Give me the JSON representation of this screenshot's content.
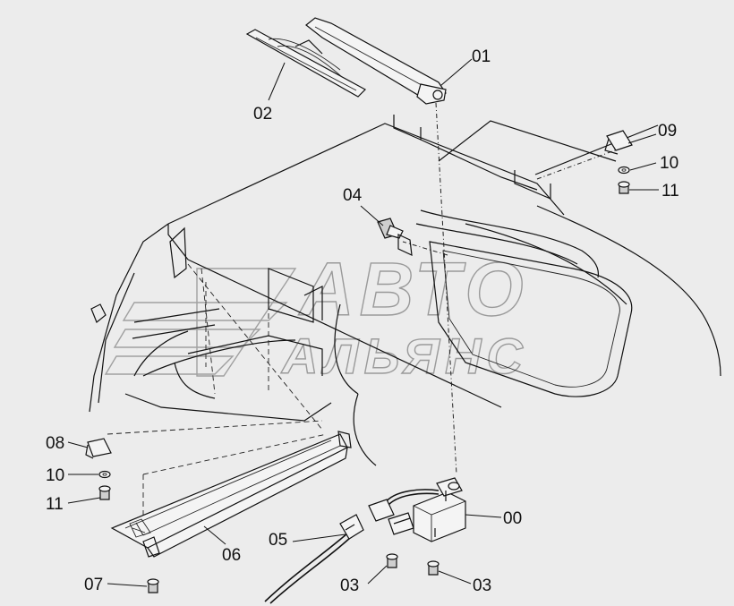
{
  "callouts": {
    "c00": "00",
    "c01": "01",
    "c02": "02",
    "c03a": "03",
    "c03b": "03",
    "c04": "04",
    "c05": "05",
    "c06": "06",
    "c07": "07",
    "c08": "08",
    "c09": "09",
    "c10a": "10",
    "c10b": "10",
    "c11a": "11",
    "c11b": "11"
  },
  "watermark": {
    "line1": "АВТО",
    "line2": "АЛЬЯНС",
    "icon": "stripes-logo-icon"
  },
  "colors": {
    "background": "#ececec",
    "ink": "#111111",
    "watermark": "#9a9a9a"
  }
}
